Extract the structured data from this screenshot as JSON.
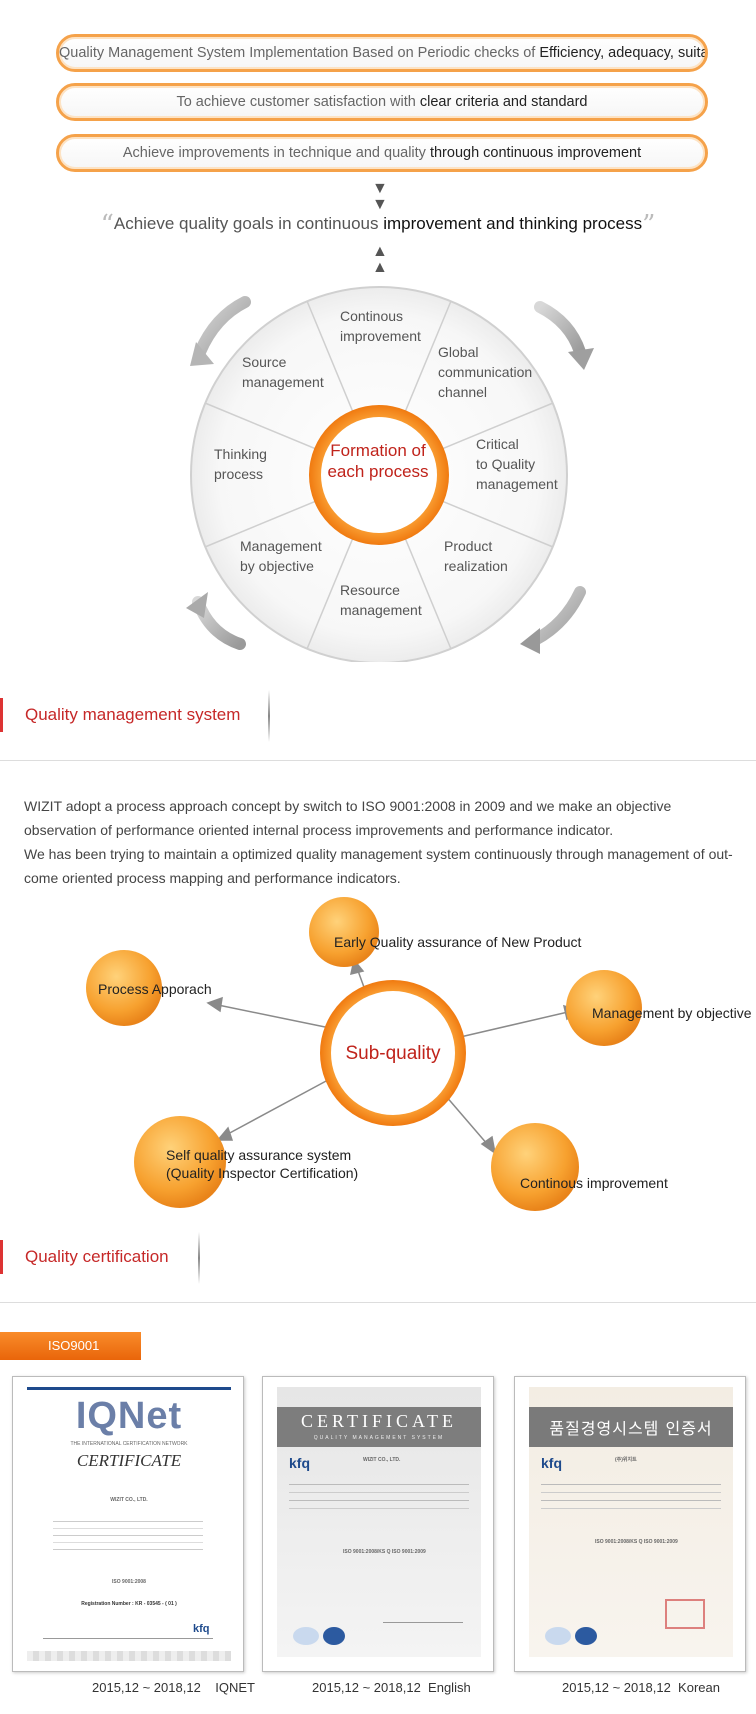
{
  "pills": [
    {
      "plain": "Quality Management System Implementation Based on Periodic checks of ",
      "bold": "Efficiency, adequacy, suitability"
    },
    {
      "plain": "To achieve customer satisfaction with ",
      "bold": "clear criteria and standard"
    },
    {
      "plain": "Achieve improvements in technique and quality ",
      "bold": "through continuous improvement"
    }
  ],
  "quote": {
    "plain": "Achieve quality goals in continuous ",
    "bold": "improvement and thinking process",
    "open_mark": "“",
    "close_mark": "”"
  },
  "wheel": {
    "center": [
      "Formation of",
      "each process"
    ],
    "segments": {
      "continuous": [
        "Continous",
        "improvement"
      ],
      "global": [
        "Global",
        "communication",
        "channel"
      ],
      "critical": [
        "Critical",
        "to Quality",
        "management"
      ],
      "product": [
        "Product",
        "realization"
      ],
      "resource": [
        "Resource",
        "management"
      ],
      "objective": [
        "Management",
        "by objective"
      ],
      "thinking": [
        "Thinking",
        "process"
      ],
      "source": [
        "Source",
        "management"
      ]
    }
  },
  "sections": {
    "qms_title": "Quality management system",
    "cert_title": "Quality certification"
  },
  "paragraphs": [
    "WIZIT adopt a process approach concept by switch to ISO 9001:2008 in 2009 and we make an objective observation of performance oriented internal process improvements and performance indicator.",
    "We has been trying to maintain a optimized quality management system continuously through management of out-come oriented process mapping and performance indicators."
  ],
  "sub_quality": {
    "center": "Sub-quality",
    "nodes": {
      "early": "Early Quality assurance of New Product",
      "process": "Process Apporach",
      "objective": "Management by objective",
      "self_1": "Self quality assurance system",
      "self_2": "(Quality Inspector Certification)",
      "continuous": "Continous improvement"
    }
  },
  "iso_tab": "ISO9001",
  "certificates": [
    {
      "id": "iqnet",
      "brand": "IQNet",
      "network": "THE INTERNATIONAL CERTIFICATION NETWORK",
      "heading": "CERTIFICATE",
      "company": "WIZIT CO., LTD.",
      "standard": "ISO 9001:2008",
      "reg": "Registration Number : KR - 03545 - ( 01 )",
      "period": "2015,12 ~ 2018,12",
      "lang": "IQNET"
    },
    {
      "id": "english",
      "heading": "CERTIFICATE",
      "sub": "QUALITY MANAGEMENT SYSTEM",
      "org": "kfq",
      "company": "WIZIT CO., LTD.",
      "standard": "ISO 9001:2008/KS Q ISO 9001:2009",
      "period": "2015,12 ~ 2018,12",
      "lang": "English"
    },
    {
      "id": "korean",
      "heading": "품질경영시스템 인증서",
      "org": "kfq",
      "company": "(주)위지트",
      "standard": "ISO 9001:2008/KS Q ISO 9001:2009",
      "period": "2015,12 ~ 2018,12",
      "lang": "Korean"
    }
  ],
  "colors": {
    "accent": "#f5a24a",
    "red_text": "#c0231b",
    "iso_tab": "#ee6f10"
  }
}
